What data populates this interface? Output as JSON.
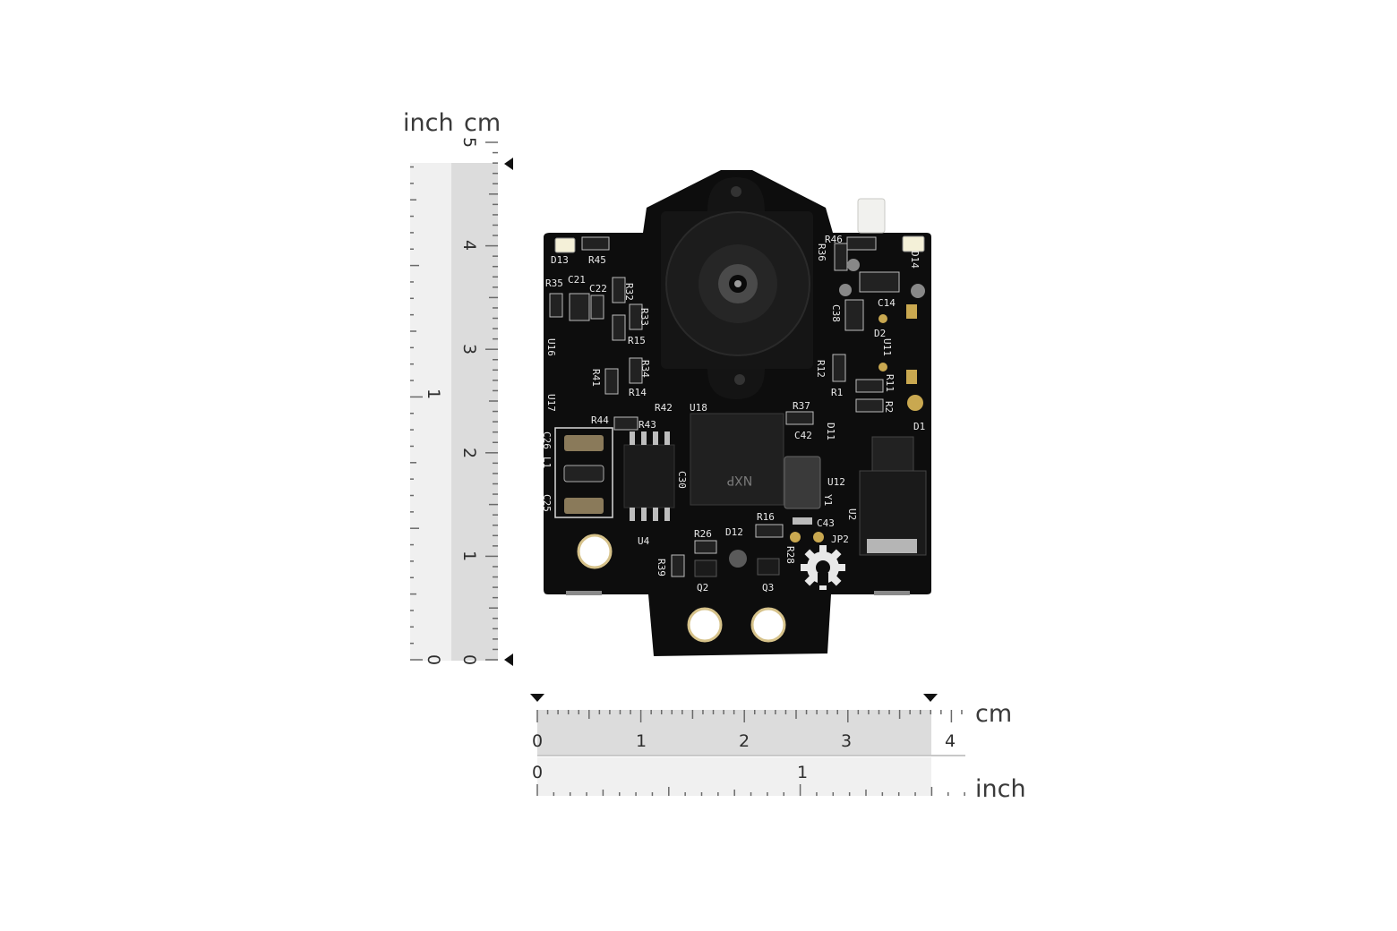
{
  "units": {
    "inch": "inch",
    "cm": "cm"
  },
  "vertical_ruler": {
    "cm_labels": [
      "0",
      "1",
      "2",
      "3",
      "4",
      "5"
    ],
    "inch_labels": [
      "0",
      "1"
    ]
  },
  "horizontal_ruler": {
    "cm_labels": [
      "0",
      "1",
      "2",
      "3",
      "4"
    ],
    "inch_labels": [
      "0",
      "1"
    ]
  },
  "board": {
    "chip_brand": "NXP",
    "silkscreen": [
      "D13",
      "R45",
      "R46",
      "R35",
      "C21",
      "C22",
      "R32",
      "R33",
      "R15",
      "R36",
      "C14",
      "C38",
      "D2",
      "U11",
      "U16",
      "R34",
      "R41",
      "R14",
      "R12",
      "R1",
      "R11",
      "R2",
      "U17",
      "R42",
      "U18",
      "R37",
      "R44",
      "R43",
      "C26",
      "L1",
      "C42",
      "D11",
      "D1",
      "U12",
      "C30",
      "C25",
      "U4",
      "Y1",
      "U2",
      "R16",
      "C43",
      "R26",
      "D12",
      "JP2",
      "R28",
      "R39",
      "Q2",
      "Q3",
      "D14"
    ]
  },
  "colors": {
    "pcb": "#0d0d0d",
    "ruler_light": "#f0f0f0",
    "ruler_mid": "#dcdcdc",
    "silkscreen": "#e8e8e8"
  }
}
